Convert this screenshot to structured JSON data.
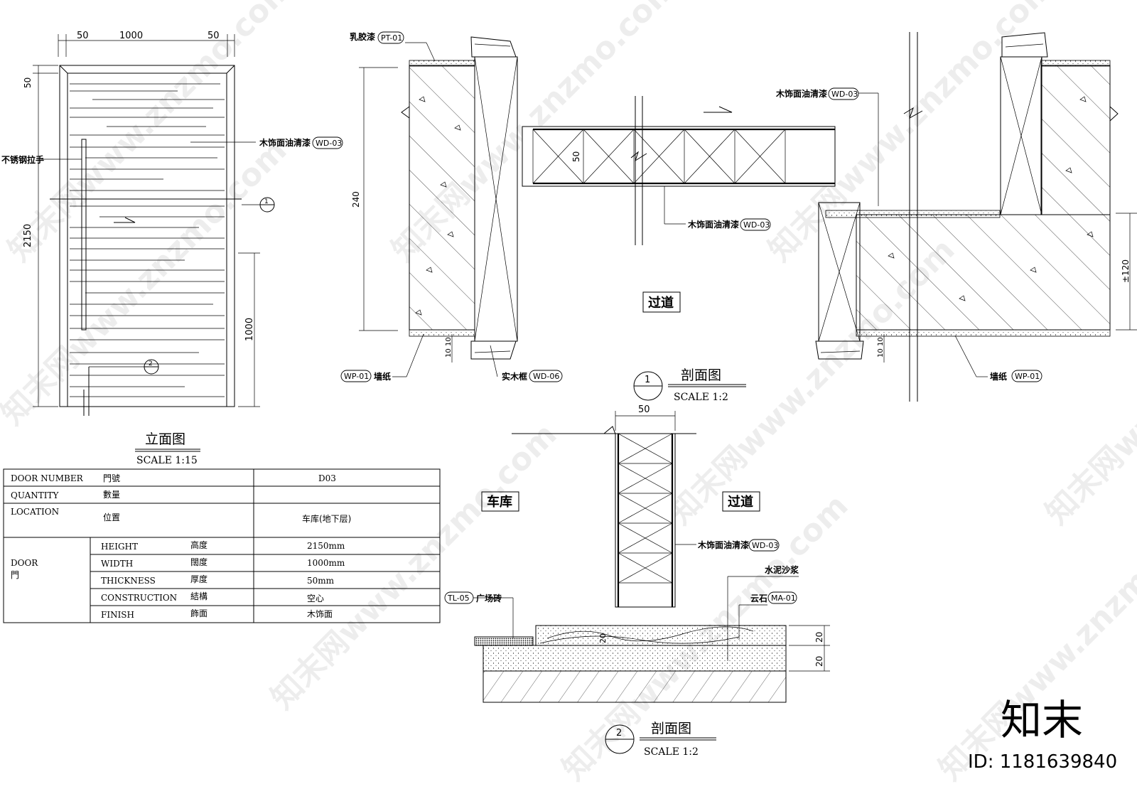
{
  "watermark": {
    "text": "知末网www.znzmo.com",
    "logo": "知末",
    "id": "ID: 1181639840"
  },
  "elevation": {
    "dims_top": [
      "50",
      "1000",
      "50"
    ],
    "dim_left_top": "50",
    "dim_height": "2150",
    "dim_handle": "1000",
    "label_finish": "木饰面油清漆",
    "tag_finish": "WD-03",
    "label_handle": "不锈钢拉手",
    "marker_1": "1",
    "marker_2": "2",
    "title": "立面图",
    "scale": "SCALE 1:15"
  },
  "section1": {
    "label_latex": "乳胶漆",
    "tag_latex": "PT-01",
    "dim_240": "240",
    "dim_50": "50",
    "label_finish_right": "木饰面油清漆",
    "tag_finish_right": "WD-03",
    "label_finish_mid": "木饰面油清漆",
    "tag_finish_mid": "WD-03",
    "room": "过道",
    "dim_10_a": "10",
    "dim_10_b": "10",
    "dim_10_c": "10",
    "dim_10_d": "10",
    "dim_120": "±120",
    "tag_wp_left": "WP-01",
    "label_wp_left": "墙纸",
    "label_frame": "实木框",
    "tag_frame": "WD-06",
    "label_wp_right": "墙纸",
    "tag_wp_right": "WP-01",
    "marker": "1",
    "title": "剖面图",
    "scale": "SCALE 1:2"
  },
  "section2": {
    "dim_50": "50",
    "room_left": "车库",
    "room_right": "过道",
    "label_finish": "木饰面油清漆",
    "tag_finish": "WD-03",
    "label_mortar": "水泥沙浆",
    "label_tile": "广场砖",
    "tag_tile": "TL-05",
    "label_stone": "云石",
    "tag_stone": "MA-01",
    "dim_20_a": "20",
    "dim_20_b": "20",
    "dim_20_c": "20",
    "marker": "2",
    "title": "剖面图",
    "scale": "SCALE 1:2"
  },
  "schedule": {
    "rows": [
      {
        "en": "DOOR NUMBER",
        "cn": "門號",
        "value": "D03"
      },
      {
        "en": "QUANTITY",
        "cn": "數量",
        "value": ""
      },
      {
        "en": "LOCATION",
        "cn": "位置",
        "value": "车库(地下层)"
      }
    ],
    "group_en": "DOOR",
    "group_cn": "門",
    "sub_rows": [
      {
        "en": "HEIGHT",
        "cn": "高度",
        "value": "2150mm"
      },
      {
        "en": "WIDTH",
        "cn": "闊度",
        "value": "1000mm"
      },
      {
        "en": "THICKNESS",
        "cn": "厚度",
        "value": "50mm"
      },
      {
        "en": "CONSTRUCTION",
        "cn": "結構",
        "value": "空心"
      },
      {
        "en": "FINISH",
        "cn": "飾面",
        "value": "木饰面"
      }
    ]
  }
}
